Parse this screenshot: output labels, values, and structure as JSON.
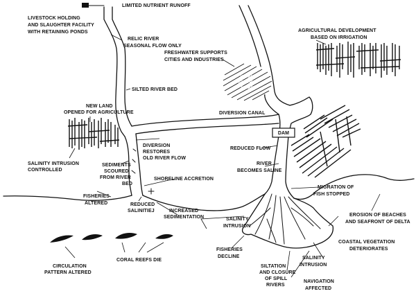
{
  "labels": {
    "livestock": [
      "LIVESTOCK HOLDING",
      "AND SLAUGHTER FACILITY",
      "WITH RETAINING PONDS"
    ],
    "nutrient_runoff": "LIMITED NUTRIENT RUNOFF",
    "relic_river": [
      "RELIC RIVER",
      "SEASONAL FLOW ONLY"
    ],
    "ag_development": [
      "AGRICULTURAL DEVELOPMENT",
      "BASED ON IRRIGATION"
    ],
    "freshwater": [
      "FRESHWATER SUPPORTS",
      "CITIES AND INDUSTRIES"
    ],
    "urban_area": [
      "URBAN",
      "INDUSTRIAL",
      "AREAS"
    ],
    "silted_bed": "SILTED RIVER BED",
    "new_land": [
      "NEW LAND",
      "OPENED FOR AGRICULTURE"
    ],
    "diversion_canal": "DIVERSION CANAL",
    "dam": "DAM",
    "diversion_restores": [
      "DIVERSION",
      "RESTORES",
      "OLD RIVER FLOW"
    ],
    "reduced_flow": "REDUCED FLOW",
    "salinity_controlled": [
      "SALINITY INTRUSION",
      "CONTROLLED"
    ],
    "sediments_scoured": [
      "SEDIMENTS",
      "SCOURED",
      "FROM RIVER",
      "BED"
    ],
    "river_saline": [
      "RIVER",
      "BECOMES SALINE"
    ],
    "shoreline_accretion": "SHORELINE ACCRETION",
    "migration": [
      "MIGRATION OF",
      "FISH STOPPED"
    ],
    "fisheries_altered": [
      "FISHERIES",
      "ALTERED"
    ],
    "reduced_salinity": [
      "REDUCED",
      "SALINITIEJ"
    ],
    "increased_sedimentation": [
      "INCREASED",
      "SEDIMENTATION"
    ],
    "salinity_intrusion_mid": [
      "SALINITY",
      "INTRUSION"
    ],
    "erosion": [
      "EROSION OF BEACHES",
      "AND SEAFRONT OF DELTA"
    ],
    "coastal_vegetation": [
      "COASTAL VEGETATION",
      "DETERIORATES"
    ],
    "fisheries_decline": [
      "FISHERIES",
      "DECLINE"
    ],
    "salinity_intrusion_right": [
      "SALINITY",
      "INTRUSION"
    ],
    "circulation": [
      "CIRCULATION",
      "PATTERN ALTERED"
    ],
    "coral_reefs": "CORAL REEFS DIE",
    "siltation": [
      "SILTATION",
      "AND CLOSURE",
      "OF SPILL",
      "RIVERS"
    ],
    "navigation": [
      "NAVIGATION",
      "AFFECTED"
    ]
  }
}
